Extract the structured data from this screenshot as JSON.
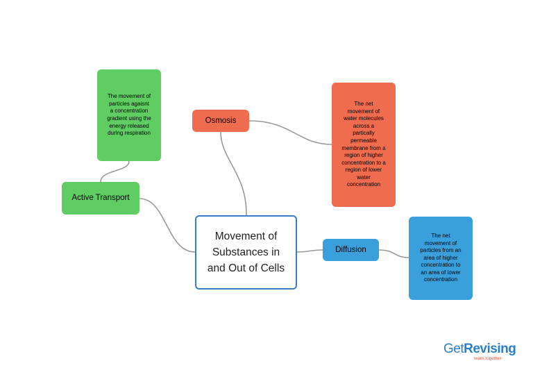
{
  "center": {
    "label": "Movement of Substances in and Out of Cells"
  },
  "branches": {
    "osmosis": {
      "label": "Osmosis",
      "description": "The net movement of water molecules across a partically permeable membrane from a region of higher concentration to a region of lower water concentration"
    },
    "active_transport": {
      "label": "Active Transport",
      "description": "The movement of particles agaisnt a concentration gradient using the energy released during respiration"
    },
    "diffusion": {
      "label": "Diffusion",
      "description": "The net movement of particles from an area of higher concentration to an area of lower concentration"
    }
  },
  "logo": {
    "get": "Get",
    "revising": "Revising",
    "tagline": "learn together"
  },
  "colors": {
    "osmosis": "#ef6c4e",
    "active_transport": "#5fcd63",
    "diffusion": "#3aa0dc",
    "center_border": "#3a7cc4",
    "connector": "#999999"
  }
}
